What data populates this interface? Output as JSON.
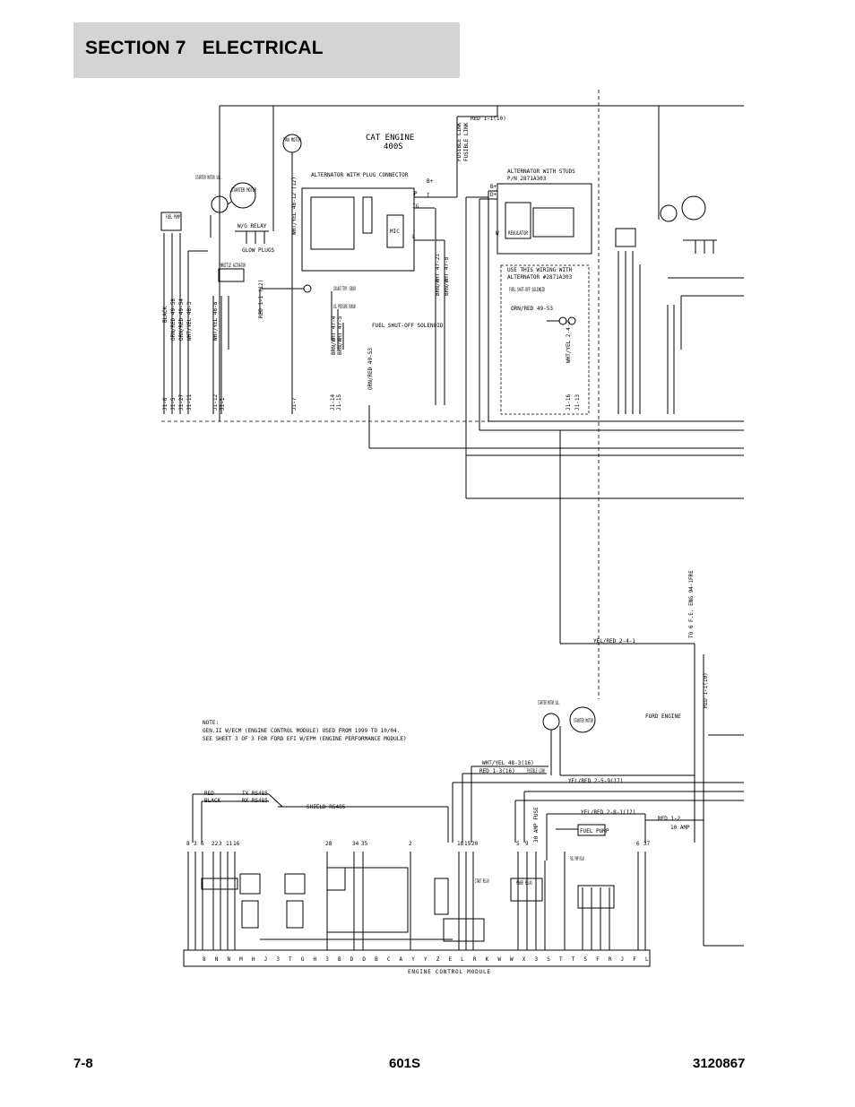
{
  "header": {
    "section_title": "SECTION 7   ELECTRICAL"
  },
  "footer": {
    "page_number": "7-8",
    "model": "601S",
    "manual_number": "3120867"
  },
  "diagram": {
    "cat": {
      "title_line1": "CAT ENGINE",
      "title_line2": "400S",
      "fan_motor": "FAN MOTOR",
      "starter_motor_sol": "STARTER MOTOR SOL.",
      "starter_motor": "STARTER MOTOR",
      "glow_plugs": "GLOW PLUGS",
      "glow_relay": "W/G RELAY",
      "throttle_actuator": "THROTTLE ACTUATOR",
      "alternator_plug": "ALTERNATOR WITH PLUG CONNECTOR",
      "alternator_studs_1": "ALTERNATOR WITH STUDS",
      "alternator_studs_2": "P/N 2871A303",
      "use_wiring_1": "USE THIS WIRING WITH",
      "use_wiring_2": "ALTERNATOR #2871A303",
      "fuel_shutoff_solenoid": "FUEL SHUT-OFF SOLENOID",
      "coolant_temp_sensor": "COOLANT TEMP. SENSOR",
      "oil_pressure_sensor": "OIL PRESSURE SENSOR",
      "regulator": "REGULATOR",
      "mic": "MIC",
      "red_wire": "RED 1-1(10)",
      "fusible_link_1": "FUSIBLE LINK",
      "fusible_link_2": "FUSIBLE LINK",
      "orn_red_wire": "ORN/RED 49-53",
      "fuel_pump": "FUEL PUMP",
      "wire_black": "BLACK",
      "wire_orn_red_49_58": "ORN/RED 49-58",
      "wire_orn_red_49_54": "ORN/RED 49-54",
      "wire_wht_yel_48_3": "WHT/YEL 48-3",
      "wire_wht_yel_48_8": "WHT/YEL 48-8",
      "wire_wht_yel_48_12": "WHT/YEL 48-12 (12)",
      "wire_red_1_1": "RED 1-1 (12)",
      "wire_brn_wht_47_21": "BRN/WHT 47-21",
      "wire_brn_wht_47_8": "BRN/WHT 47-8",
      "wire_brn_wht_47_4": "BRN/WHT 47-4",
      "wire_brn_wht_47_5": "BRN/WHT 47-5",
      "wire_orn_red_49_53b": "ORN/RED 49-53",
      "wire_wht_yel_2_4_2": "WHT/YEL 2-4-2",
      "terminal_b_plus": "B+",
      "terminal_d_plus": "D+",
      "terminal_w": "W",
      "terminal_p": "P",
      "terminal_ig": "IG",
      "terminal_l": "L",
      "terminal_i": "I",
      "conn_j1_6": "J1-6",
      "conn_j1_5": "J1-5",
      "conn_j1_27": "J1-27",
      "conn_j1_11": "J1-11",
      "conn_j1_12": "J1-12",
      "conn_j1_1": "J1-1",
      "conn_j1_7": "J1-7",
      "conn_j1_14": "J1-14",
      "conn_j1_15": "J1-15",
      "conn_j1_16": "J1-16",
      "conn_j1_13": "J1-13"
    },
    "ford": {
      "yel_red_wire": "YEL/RED 2-4-1",
      "efi_label": "TO 6 F.E. ENG 94-1FRE",
      "red_right": "RED 1-1(10)",
      "note_title": "NOTE:",
      "note_line1": "GEN.II W/ECM (ENGINE CONTROL MODULE) USED FROM 1999 TO 10/04.",
      "note_line2": "SEE SHEET 3 OF 3 FOR FORD EFI W/EPM (ENGINE PERFORMANCE MODULE)",
      "ford_engine": "FORD ENGINE",
      "starter_motor_sol": "STARTER MOTOR SOL.",
      "starter_motor": "STARTER MOTOR",
      "wht_yel_wire": "WHT/YEL 48-3(16)",
      "red_wire_16": "RED 1-3(16)",
      "fusible_link": "FUSIBLE LINK",
      "yel_red_17": "YEL/RED 2-5-9(17)",
      "yel_red_12": "YEL/RED 2-8-1(12)",
      "red_wire_left": "RED",
      "black_wire": "BLACK",
      "tx_rs485": "TX RS485",
      "rx_rs485": "RX RS485",
      "shield_rs485": "SHIELD RS485",
      "fuse_30a": "30 AMP FUSE",
      "fuse_10a": "10 AMP",
      "red_1_2": "RED 1-2",
      "fuel_pump": "FUEL PUMP",
      "start_relay": "START RELAY",
      "power_relay": "POWER RELAY",
      "fuel_pump_relay": "FUEL PUMP RELAY",
      "ecm_label": "ENGINE CONTROL MODULE",
      "ecm_top_pins": [
        "8",
        "3",
        "6",
        "22",
        "3",
        "11",
        "16",
        "28",
        "34",
        "35",
        "2",
        "18",
        "15",
        "20",
        "5",
        "9",
        "6",
        "37"
      ],
      "ecm_bottom_pins": [
        "8",
        "N",
        "N",
        "M",
        "H",
        "J",
        "3",
        "T",
        "G",
        "H",
        "3",
        "B",
        "D",
        "D",
        "B",
        "C",
        "A",
        "Y",
        "Y",
        "Z",
        "E",
        "L",
        "R",
        "K",
        "W",
        "W",
        "X",
        "3",
        "S",
        "T",
        "T",
        "S",
        "F",
        "R",
        "J",
        "F",
        "L"
      ]
    }
  }
}
